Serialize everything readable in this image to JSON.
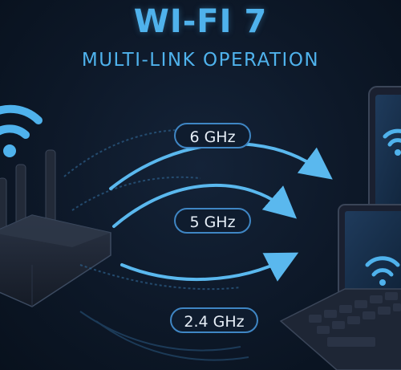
{
  "header": {
    "title": "WI-FI 7",
    "subtitle": "MULTI-LINK OPERATION"
  },
  "bands": [
    {
      "label": "6 GHz"
    },
    {
      "label": "5 GHz"
    },
    {
      "label": "2.4 GHz"
    }
  ],
  "icons": {
    "router": "router-icon",
    "router_signal": "wifi-icon",
    "tablet": "tablet-icon",
    "laptop": "laptop-icon"
  },
  "colors": {
    "accent": "#4fb2ec",
    "background": "#0d1828",
    "device": "#1c2536"
  }
}
